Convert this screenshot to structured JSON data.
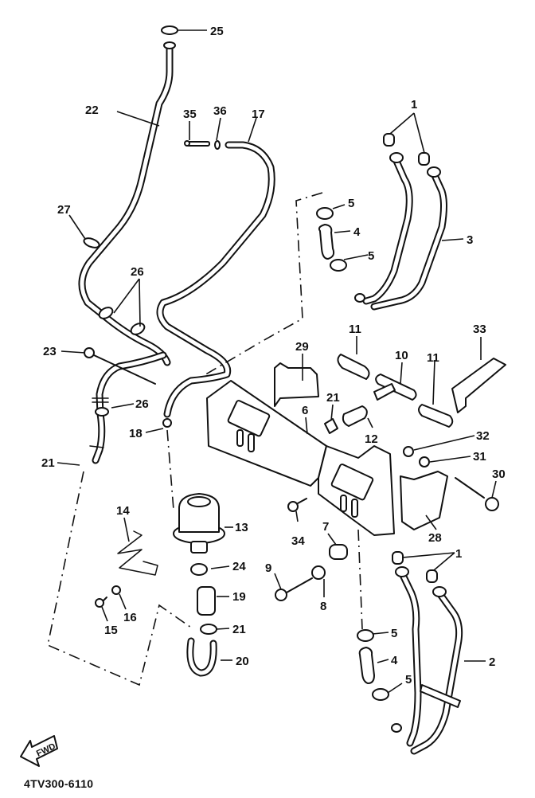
{
  "diagram": {
    "title": "Air induction system exploded parts diagram",
    "part_code": "4TV300-6110",
    "direction_indicator": "FWD",
    "callouts": [
      {
        "id": "c25",
        "label": "25"
      },
      {
        "id": "c22",
        "label": "22"
      },
      {
        "id": "c35",
        "label": "35"
      },
      {
        "id": "c36",
        "label": "36"
      },
      {
        "id": "c17",
        "label": "17"
      },
      {
        "id": "c1a",
        "label": "1"
      },
      {
        "id": "c27",
        "label": "27"
      },
      {
        "id": "c5a",
        "label": "5"
      },
      {
        "id": "c4a",
        "label": "4"
      },
      {
        "id": "c3",
        "label": "3"
      },
      {
        "id": "c5b",
        "label": "5"
      },
      {
        "id": "c26a",
        "label": "26"
      },
      {
        "id": "c11a",
        "label": "11"
      },
      {
        "id": "c33",
        "label": "33"
      },
      {
        "id": "c29",
        "label": "29"
      },
      {
        "id": "c10",
        "label": "10"
      },
      {
        "id": "c11b",
        "label": "11"
      },
      {
        "id": "c23",
        "label": "23"
      },
      {
        "id": "c26b",
        "label": "26"
      },
      {
        "id": "c21a",
        "label": "21"
      },
      {
        "id": "c6",
        "label": "6"
      },
      {
        "id": "c18",
        "label": "18"
      },
      {
        "id": "c12",
        "label": "12"
      },
      {
        "id": "c32",
        "label": "32"
      },
      {
        "id": "c21b",
        "label": "21"
      },
      {
        "id": "c31",
        "label": "31"
      },
      {
        "id": "c30",
        "label": "30"
      },
      {
        "id": "c14",
        "label": "14"
      },
      {
        "id": "c13",
        "label": "13"
      },
      {
        "id": "c34",
        "label": "34"
      },
      {
        "id": "c7",
        "label": "7"
      },
      {
        "id": "c28",
        "label": "28"
      },
      {
        "id": "c24",
        "label": "24"
      },
      {
        "id": "c9",
        "label": "9"
      },
      {
        "id": "c1b",
        "label": "1"
      },
      {
        "id": "c19",
        "label": "19"
      },
      {
        "id": "c16",
        "label": "16"
      },
      {
        "id": "c8",
        "label": "8"
      },
      {
        "id": "c15",
        "label": "15"
      },
      {
        "id": "c21c",
        "label": "21"
      },
      {
        "id": "c5c",
        "label": "5"
      },
      {
        "id": "c4b",
        "label": "4"
      },
      {
        "id": "c2",
        "label": "2"
      },
      {
        "id": "c20",
        "label": "20"
      },
      {
        "id": "c5d",
        "label": "5"
      }
    ]
  }
}
